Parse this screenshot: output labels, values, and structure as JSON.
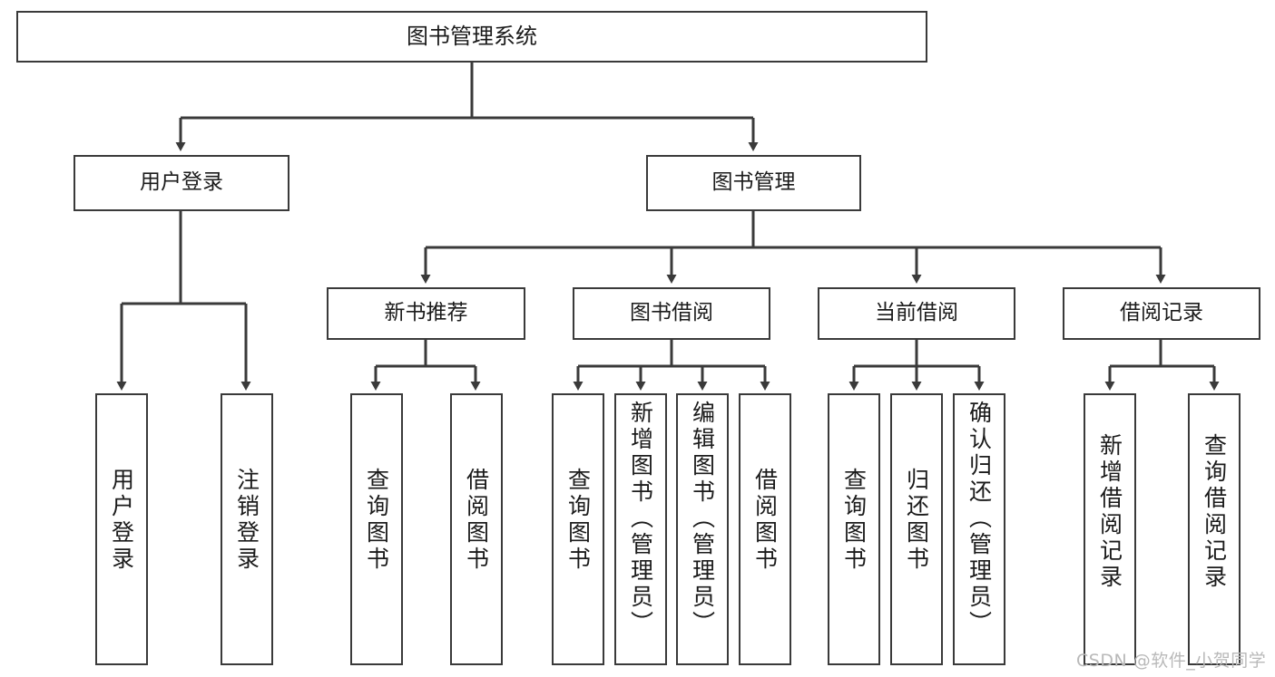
{
  "diagram": {
    "type": "tree-hierarchy-chart",
    "title": "图书管理系统",
    "line_color": "#3a3a3a",
    "box_fill": "#ffffff",
    "text_color": "#1b1b1b",
    "watermark": "CSDN @软件_小贺同学",
    "nodes": {
      "root": {
        "label": "图书管理系统",
        "level": 1
      },
      "l2": [
        {
          "id": "user-login",
          "label": "用户登录",
          "level": 2
        },
        {
          "id": "book-manage",
          "label": "图书管理",
          "level": 2
        }
      ],
      "l3": [
        {
          "id": "new-book-recommend",
          "label": "新书推荐",
          "level": 3,
          "parent": "book-manage"
        },
        {
          "id": "book-borrow",
          "label": "图书借阅",
          "level": 3,
          "parent": "book-manage"
        },
        {
          "id": "current-borrow",
          "label": "当前借阅",
          "level": 3,
          "parent": "book-manage"
        },
        {
          "id": "borrow-record",
          "label": "借阅记录",
          "level": 3,
          "parent": "book-manage"
        }
      ],
      "leaves": [
        {
          "id": "leaf-user-login",
          "label": "用户登录",
          "parent": "user-login"
        },
        {
          "id": "leaf-user-logout",
          "label": "注销登录",
          "parent": "user-login"
        },
        {
          "id": "leaf-query-book-1",
          "label": "查询图书",
          "parent": "new-book-recommend"
        },
        {
          "id": "leaf-borrow-book-1",
          "label": "借阅图书",
          "parent": "new-book-recommend"
        },
        {
          "id": "leaf-query-book-2",
          "label": "查询图书",
          "parent": "book-borrow"
        },
        {
          "id": "leaf-add-book",
          "label": "新增图书（管理员）",
          "parent": "book-borrow"
        },
        {
          "id": "leaf-edit-book",
          "label": "编辑图书（管理员）",
          "parent": "book-borrow"
        },
        {
          "id": "leaf-borrow-book-2",
          "label": "借阅图书",
          "parent": "book-borrow"
        },
        {
          "id": "leaf-query-book-3",
          "label": "查询图书",
          "parent": "current-borrow"
        },
        {
          "id": "leaf-return-book",
          "label": "归还图书",
          "parent": "current-borrow"
        },
        {
          "id": "leaf-confirm-return",
          "label": "确认归还（管理员）",
          "parent": "current-borrow"
        },
        {
          "id": "leaf-add-record",
          "label": "新增借阅记录",
          "parent": "borrow-record"
        },
        {
          "id": "leaf-query-record",
          "label": "查询借阅记录",
          "parent": "borrow-record"
        }
      ]
    }
  }
}
